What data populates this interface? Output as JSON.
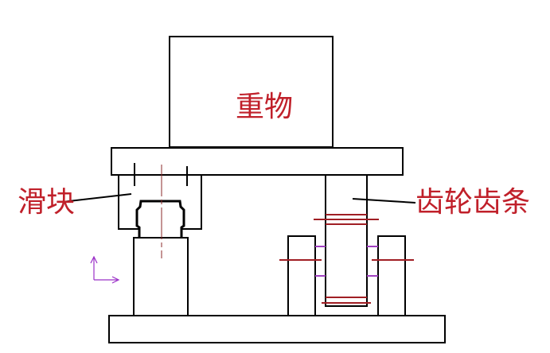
{
  "diagram": {
    "title": "",
    "colors": {
      "outline": "#000000",
      "label_text": "#c0202a",
      "centerline": "#8b2a2a",
      "rack_lines": "#a01e24",
      "gear_ticks": "#a040c0",
      "axis_arrows": "#9b30c8"
    },
    "labels": {
      "weight": "重物",
      "slider": "滑块",
      "rack_pinion": "齿轮齿条"
    },
    "components": [
      {
        "id": "weight",
        "label": "重物"
      },
      {
        "id": "top-beam"
      },
      {
        "id": "slider",
        "label": "滑块"
      },
      {
        "id": "guide-rail"
      },
      {
        "id": "left-column"
      },
      {
        "id": "rack",
        "label": "齿轮齿条"
      },
      {
        "id": "left-gear-support"
      },
      {
        "id": "right-gear-support"
      },
      {
        "id": "base-plate"
      },
      {
        "id": "axis-indicator"
      }
    ]
  }
}
